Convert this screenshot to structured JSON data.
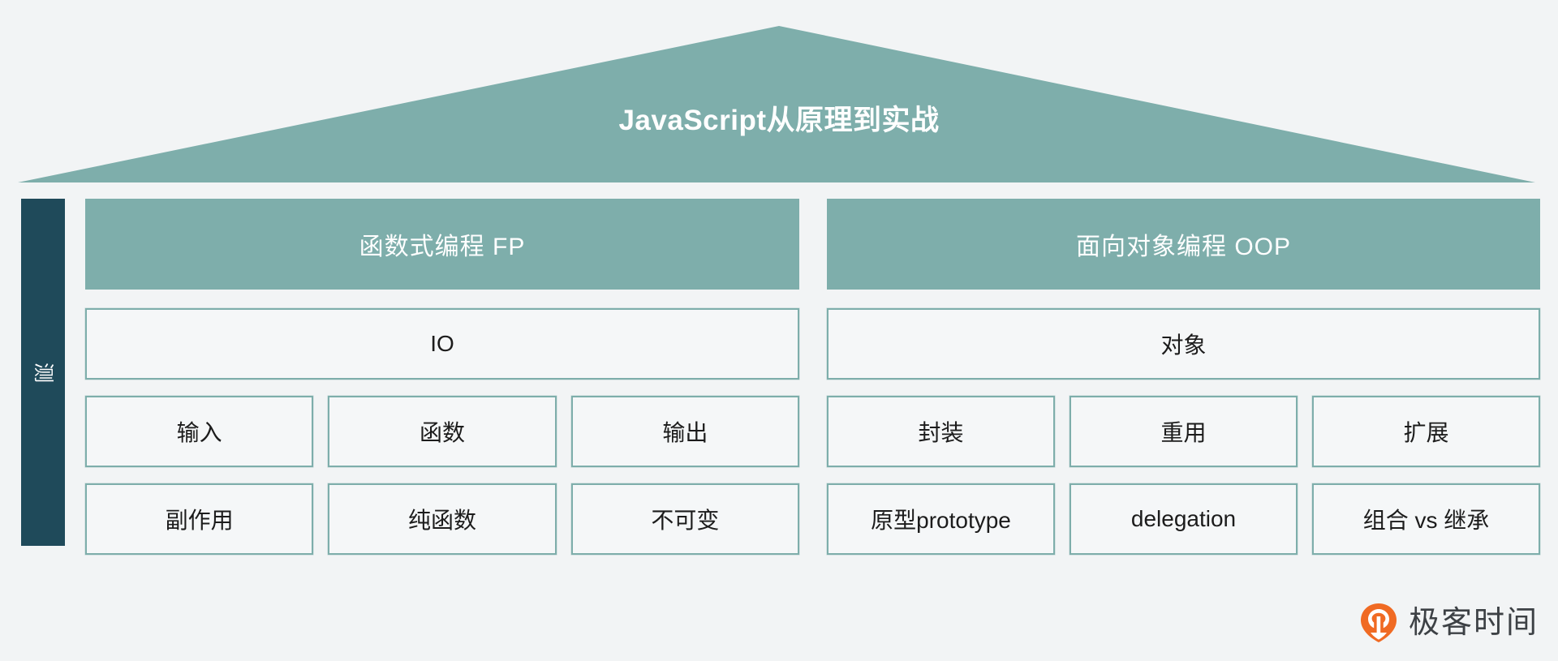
{
  "roof": {
    "title": "JavaScript从原理到实战",
    "fill_color": "#7eaeab"
  },
  "rail": {
    "label": "测",
    "background_color": "#1f4a5a"
  },
  "columns": [
    {
      "id": "fp",
      "header": "函数式编程 FP",
      "rows": [
        {
          "cells": [
            "IO"
          ]
        },
        {
          "cells": [
            "输入",
            "函数",
            "输出"
          ]
        },
        {
          "cells": [
            "副作用",
            "纯函数",
            "不可变"
          ]
        }
      ]
    },
    {
      "id": "oop",
      "header": "面向对象编程 OOP",
      "rows": [
        {
          "cells": [
            "对象"
          ]
        },
        {
          "cells": [
            "封装",
            "重用",
            "扩展"
          ]
        },
        {
          "cells": [
            "原型prototype",
            "delegation",
            "组合 vs 继承"
          ]
        }
      ]
    }
  ],
  "logo": {
    "text": "极客时间",
    "mark_color": "#f06a23",
    "mark_color_light": "#f58634",
    "icon": "geektime-pin-icon"
  },
  "theme": {
    "background": "#f2f4f5",
    "teal": "#7eaeab",
    "dark_teal": "#1f4a5a",
    "cell_fill": "#f5f7f8",
    "text": "#1c1c1c"
  }
}
